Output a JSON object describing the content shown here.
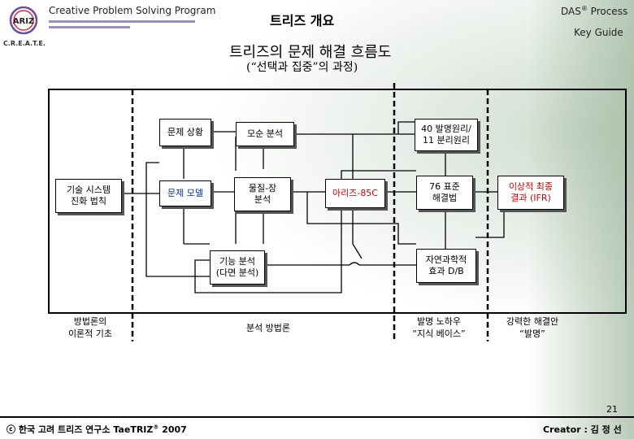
{
  "header": {
    "program": "Creative Problem Solving Program",
    "title": "트리즈 개요",
    "das": "DAS",
    "das_sup": "®",
    "das_rest": " Process",
    "key_guide": "Key Guide",
    "logo_text": "ARIZ",
    "logo_sub": "C.R.E.A.T.E."
  },
  "diagram": {
    "title": "트리즈의 문제 해결 흐름도",
    "subtitle": "(“선택과 집중”의 과정)",
    "boxes": {
      "problem_situation": "문제 상황",
      "contradiction": "모순 분석",
      "principles": "40 발명원리/\n11 분리원리",
      "tech_evolution": "기술 시스템\n진화 법칙",
      "problem_model": "문제 모델",
      "substance_field": "물질-장\n분석",
      "ariz": "아리즈-85C",
      "standard": "76 표준\n해결법",
      "ifr": "이상적 최종\n결과 (IFR)",
      "function": "기능 분석\n(다면 분석)",
      "effects": "자연과학적\n효과 D/B"
    },
    "labels": {
      "methodology_basis": "방법론의\n이론적 기초",
      "analysis": "분석 방법론",
      "knowhow": "발명 노하우\n“지식 베이스”",
      "solution": "강력한 해결안\n“발명”"
    }
  },
  "footer": {
    "page": "21",
    "org": "ⓒ 한국 고려 트리즈 연구소  TaeTRIZ",
    "org_sup": "®",
    "year": " 2007",
    "creator": "Creator : 김 정 선"
  },
  "colors": {
    "accent_red": "#cc0000",
    "accent_blue": "#003399"
  }
}
